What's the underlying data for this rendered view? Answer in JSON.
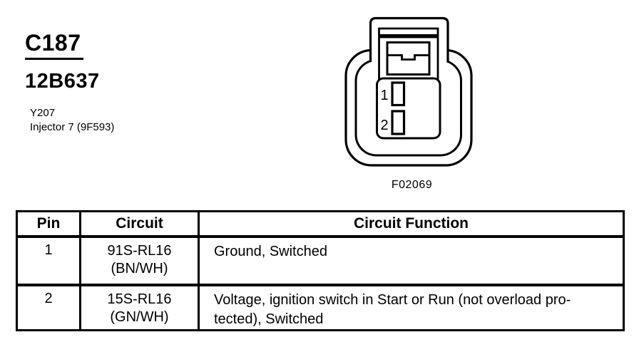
{
  "header": {
    "connector_id": "C187",
    "part_number": "12B637",
    "component_code": "Y207",
    "component_name": "Injector 7 (9F593)"
  },
  "figure": {
    "code": "F02069",
    "pin_labels": [
      "1",
      "2"
    ]
  },
  "table": {
    "headers": [
      "Pin",
      "Circuit",
      "Circuit Function"
    ],
    "rows": [
      {
        "pin": "1",
        "circuit": "91S-RL16\n(BN/WH)",
        "function": "Ground, Switched"
      },
      {
        "pin": "2",
        "circuit": "15S-RL16\n(GN/WH)",
        "function": "Voltage, ignition switch in Start or Run (not overload pro-\ntected), Switched"
      }
    ]
  },
  "colors": {
    "ink": "#000000",
    "paper": "#ffffff"
  }
}
